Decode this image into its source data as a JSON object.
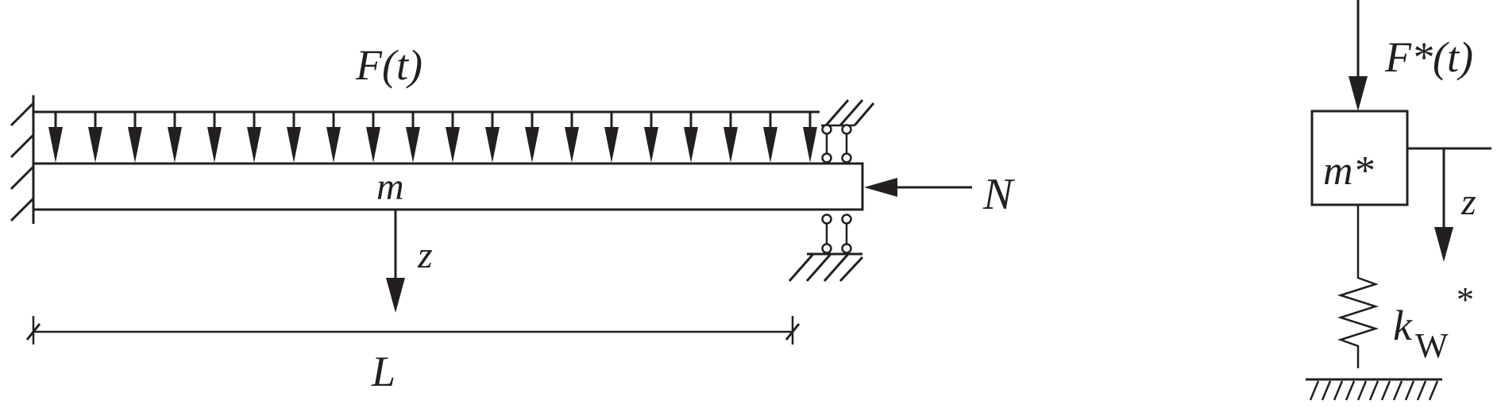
{
  "beam_model": {
    "load_label": "F(t)",
    "mass_label": "m",
    "axial_force_label": "N",
    "deflection_label": "z",
    "length_label": "L",
    "load_arrow_count": 20
  },
  "sdof_model": {
    "force_label": "F*(t)",
    "mass_label": "m*",
    "deflection_label": "z",
    "spring_label_main": "k",
    "spring_label_sub": "W",
    "spring_label_sup": "*"
  },
  "colors": {
    "ink": "#231f20",
    "background": "#ffffff"
  }
}
